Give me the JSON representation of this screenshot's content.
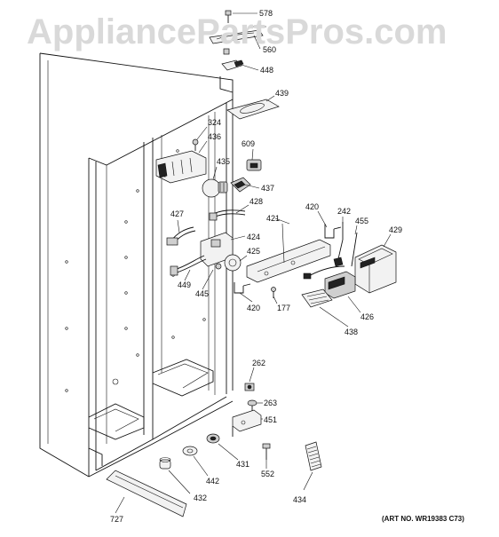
{
  "watermark": "AppliancePartsPros.com",
  "art_number": "(ART NO. WR19383 C73)",
  "callouts": {
    "578": "578",
    "560": "560",
    "448": "448",
    "439": "439",
    "324": "324",
    "436": "436",
    "609": "609",
    "435": "435",
    "437": "437",
    "428": "428",
    "427": "427",
    "424": "424",
    "421": "421",
    "420a": "420",
    "242": "242",
    "455": "455",
    "429": "429",
    "425": "425",
    "449": "449",
    "445": "445",
    "420b": "420",
    "177": "177",
    "426": "426",
    "438": "438",
    "262": "262",
    "263": "263",
    "451": "451",
    "442": "442",
    "431": "431",
    "552": "552",
    "434": "434",
    "432": "432",
    "727": "727"
  },
  "colors": {
    "line": "#111111",
    "watermark": "#d9d9d9",
    "background": "#ffffff"
  }
}
